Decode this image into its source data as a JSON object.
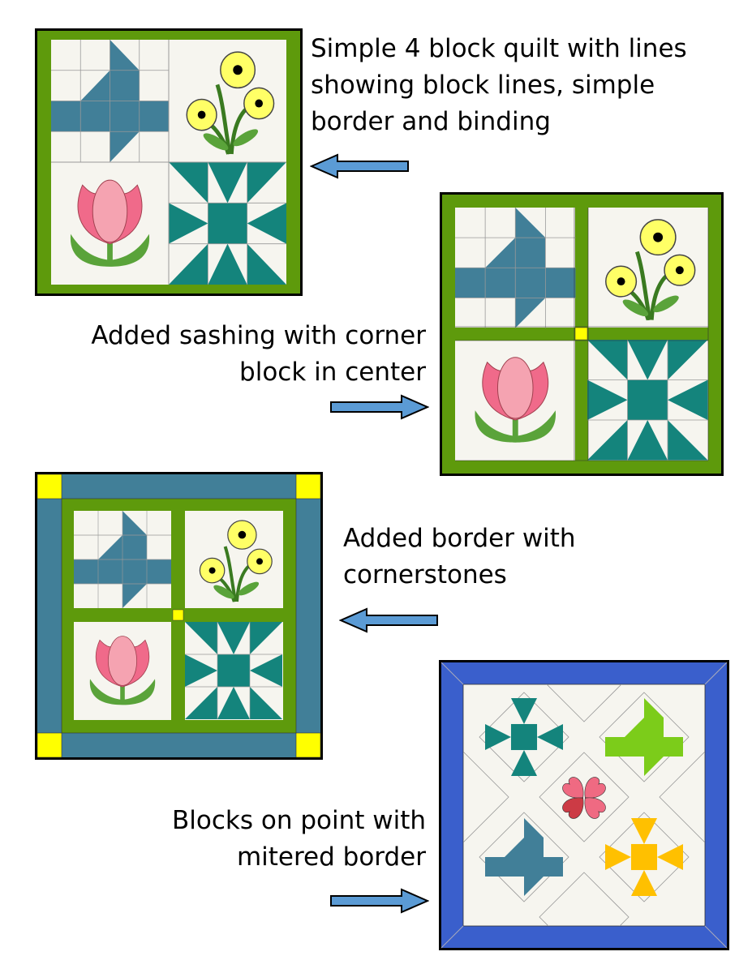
{
  "captions": {
    "quilt1": [
      "Simple 4 block quilt with lines",
      "showing block lines, simple",
      "border and binding"
    ],
    "quilt2": [
      "Added sashing with corner",
      "block in center"
    ],
    "quilt3": [
      "Added border with",
      "cornerstones"
    ],
    "quilt4": [
      "Blocks on point with",
      "mitered border"
    ]
  },
  "colors": {
    "green": "#5e9a0c",
    "teal": "#417f98",
    "teal_dark": "#14847c",
    "cream": "#f6f5ef",
    "yellow": "#ffff00",
    "flower_yellow": "#ffff66",
    "pink": "#f06a8a",
    "pink_light": "#f5a3b1",
    "leaf": "#5aa33a",
    "royal_blue": "#3a5fcc",
    "lime": "#7ccc1a",
    "gold": "#ffc000",
    "heart_red": "#cc3b45",
    "heart_pink": "#ef6a82",
    "arrow_blue": "#5b9bd5"
  },
  "icons": [
    "pinwheel-star-block",
    "flower-applique-block",
    "tulip-block",
    "shoofly-block",
    "heart-block",
    "left-arrow-icon",
    "right-arrow-icon"
  ]
}
